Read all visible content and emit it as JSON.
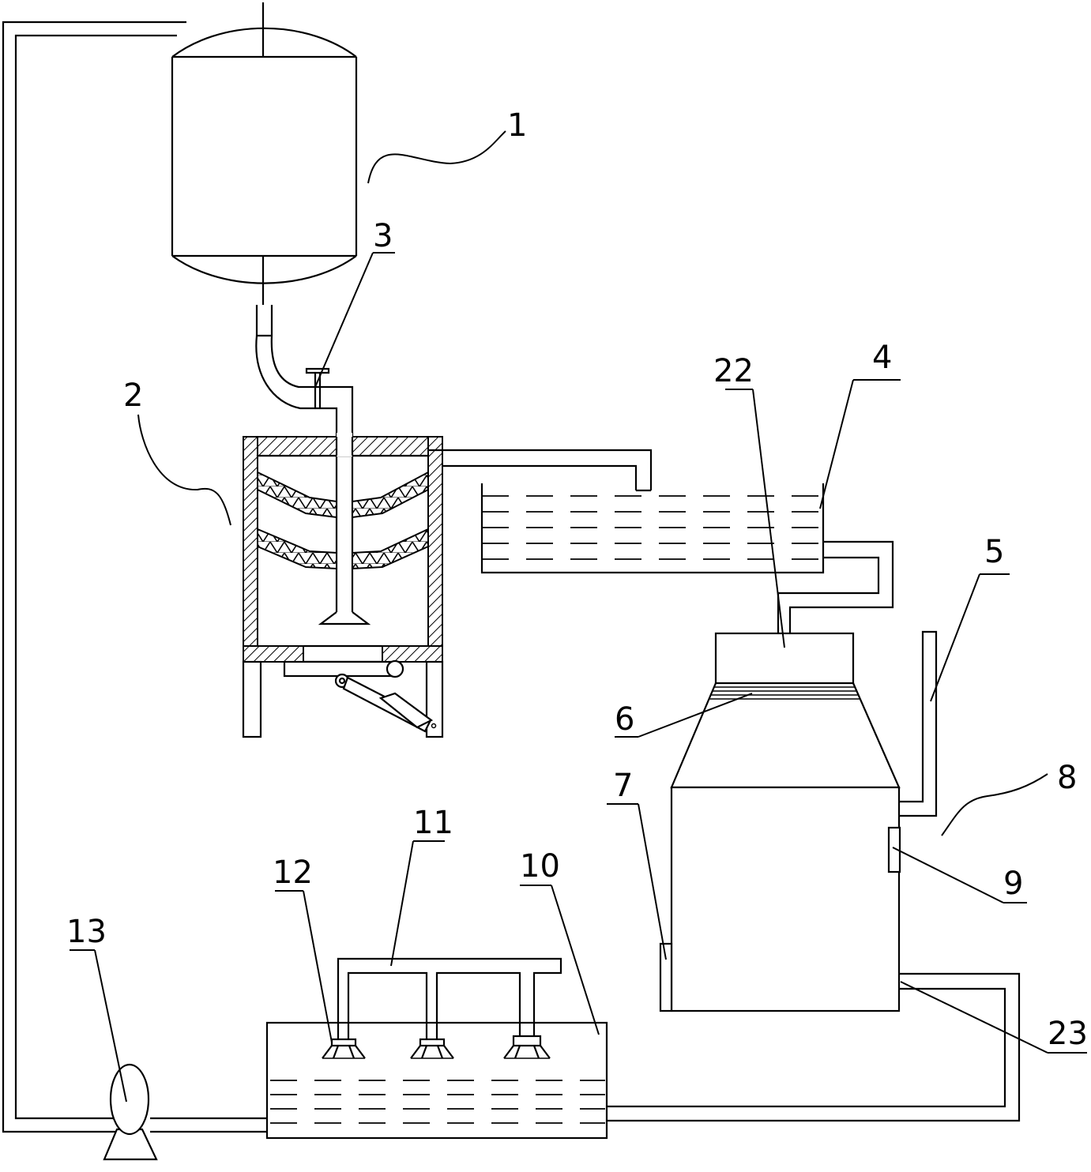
{
  "labels": {
    "l1": "1",
    "l2": "2",
    "l3": "3",
    "l4": "4",
    "l5": "5",
    "l6": "6",
    "l7": "7",
    "l8": "8",
    "l9": "9",
    "l10": "10",
    "l11": "11",
    "l12": "12",
    "l13": "13",
    "l22": "22",
    "l23": "23"
  }
}
